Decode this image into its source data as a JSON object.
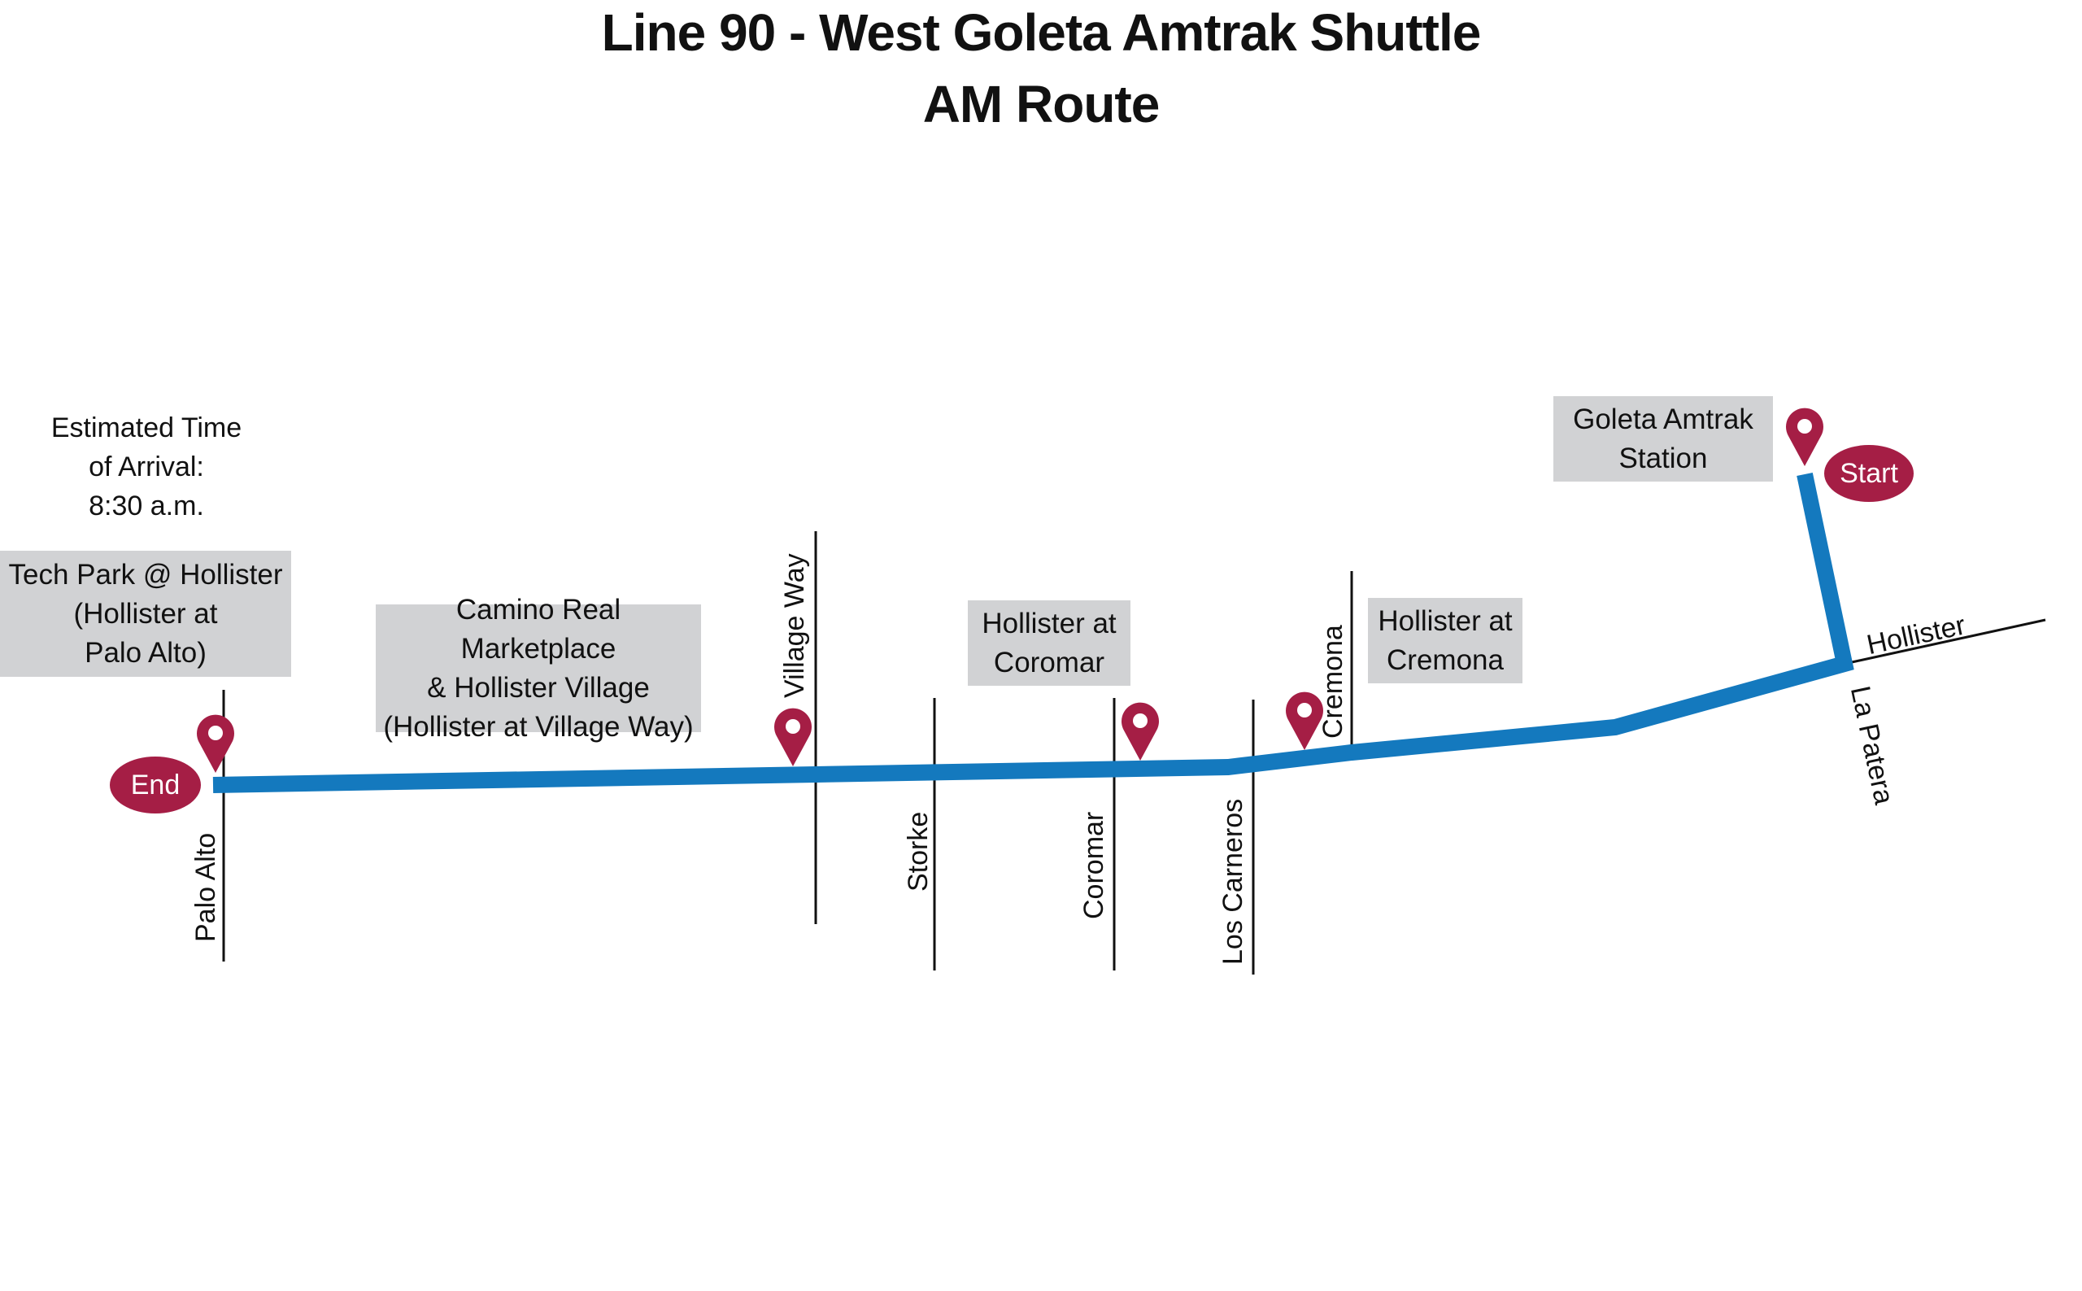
{
  "header": {
    "title_line1": "Line 90 - West Goleta Amtrak Shuttle",
    "title_line2": "AM Route"
  },
  "eta": {
    "line1": "Estimated Time",
    "line2": "of Arrival:",
    "line3": "8:30 a.m."
  },
  "markers": {
    "start_label": "Start",
    "end_label": "End"
  },
  "stops": [
    {
      "name": "goleta-amtrak-station",
      "lines": [
        "Goleta Amtrak",
        "Station"
      ]
    },
    {
      "name": "hollister-at-cremona",
      "lines": [
        "Hollister at",
        "Cremona"
      ]
    },
    {
      "name": "hollister-at-coromar",
      "lines": [
        "Hollister at",
        "Coromar"
      ]
    },
    {
      "name": "camino-real-marketplace",
      "lines": [
        "Camino Real Marketplace",
        "& Hollister Village",
        "(Hollister at Village Way)"
      ]
    },
    {
      "name": "tech-park-hollister",
      "lines": [
        "Tech Park @ Hollister",
        "(Hollister at",
        "Palo Alto)"
      ]
    }
  ],
  "streets": {
    "palo_alto": "Palo Alto",
    "village_way": "Village Way",
    "storke": "Storke",
    "coromar": "Coromar",
    "los_carneros": "Los Carneros",
    "cremona": "Cremona",
    "hollister": "Hollister",
    "la_patera": "La Patera"
  },
  "colors": {
    "route": "#1479be",
    "pin": "#a51e45",
    "label_box": "#d1d2d4",
    "street_line": "#111111"
  }
}
